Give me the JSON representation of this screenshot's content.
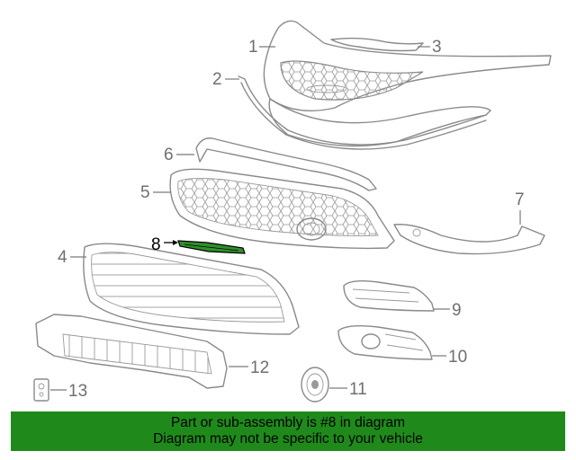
{
  "callouts": [
    "1",
    "2",
    "3",
    "4",
    "5",
    "6",
    "7",
    "8",
    "9",
    "10",
    "11",
    "12",
    "13"
  ],
  "highlighted_callout": "8",
  "colors": {
    "banner_bg": "#1f8a1b",
    "highlight": "#000000",
    "line_art": "#8a8a8a"
  },
  "banner": {
    "line1": "Part or sub-assembly is #8 in diagram",
    "line2": "Diagram may not be specific to your vehicle"
  }
}
